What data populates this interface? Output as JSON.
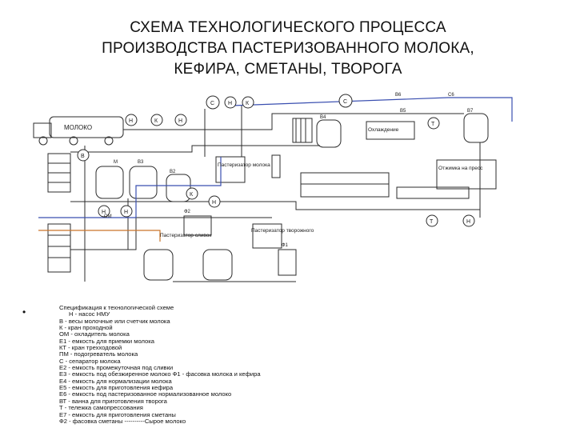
{
  "title": {
    "line1": "СХЕМА ТЕХНОЛОГИЧЕСКОГО ПРОЦЕССА",
    "line2": "ПРОИЗВОДСТВА ПАСТЕРИЗОВАННОГО МОЛОКА,",
    "line3": "КЕФИРА, СМЕТАНЫ, ТВОРОГА"
  },
  "diagram": {
    "truck_label": "МОЛОКО",
    "box_labels": {
      "pasteurizer_milk": "Пастеризатор молока",
      "pasteurizer_cream": "Пастеризатор сливок",
      "pasteurizer_curd": "Пастеризатор творожного",
      "curd_press": "Отжимка на пресс",
      "cooling": "Охлаждение"
    },
    "circle_labels": [
      "Н",
      "К",
      "Н",
      "С",
      "Н",
      "К",
      "С",
      "Т",
      "Н",
      "Н",
      "К",
      "Н",
      "Т",
      "Н",
      "В"
    ],
    "line_labels": [
      "В6",
      "С6",
      "В5",
      "В2",
      "М",
      "В3",
      "Ф1",
      "Ф2",
      "В4",
      "В7",
      "ОМ"
    ]
  },
  "colors": {
    "line": "#2b2b2b",
    "milk_line": "#3a4fb0",
    "cream_line": "#c9742a",
    "background": "#ffffff"
  },
  "bullet": "•",
  "spec": {
    "heading": "Спецификация к технологической схеме",
    "items": [
      "Н - насос НМУ",
      "В - весы молочные или счетчик молока",
      "К - кран проходной",
      "ОМ - охладитель молока",
      "Е1 - емкость для приемки молока",
      "КТ - кран трехходовой",
      "ПМ - подогреватель молока",
      "С - сепаратор молока",
      "Е2 - емкость промежуточная под сливки",
      "Е3 - емкость под обезжиренное молоко Ф1 - фасовка молока и кефира",
      "Е4 - емкость для нормализации молока",
      "Е5 - емкость для приготовления кефира",
      "Е6 - емкость под пастеризованное нормализованное молоко",
      "ВТ - ванна для приготовления творога",
      "Т - тележка самопрессования",
      "Е7 - емкость для приготовления сметаны",
      "Ф2 - фасовка сметаны      ----------Сырое молоко"
    ]
  }
}
